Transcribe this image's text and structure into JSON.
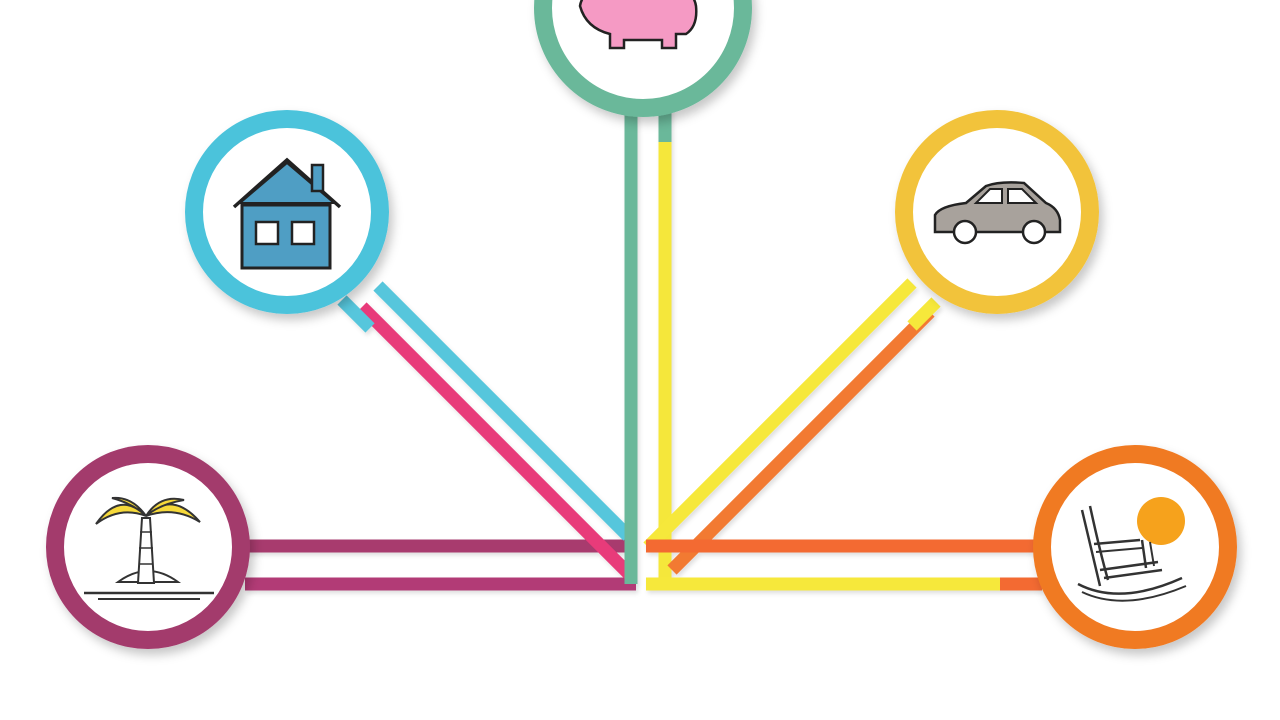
{
  "diagram": {
    "kind": "radial-fan-infographic",
    "hub": "bottom-center",
    "nodes": [
      {
        "id": "vacation",
        "icon": "palm-tree-island-icon",
        "ring_color": "#a33a6c",
        "stripe_colors": [
          "#a33a6c",
          "#b03a75"
        ]
      },
      {
        "id": "home",
        "icon": "house-icon",
        "ring_color": "#4bc3db",
        "stripe_colors": [
          "#e83a7a",
          "#56c6dc"
        ]
      },
      {
        "id": "savings",
        "icon": "piggy-bank-icon",
        "ring_color": "#6bb89a",
        "stripe_colors": [
          "#6bb89a",
          "#f5e73a"
        ]
      },
      {
        "id": "car",
        "icon": "car-icon",
        "ring_color": "#f2c33a",
        "stripe_colors": [
          "#f6e83a",
          "#f27a33"
        ]
      },
      {
        "id": "retirement",
        "icon": "rocking-chair-sun-icon",
        "ring_color": "#f07a22",
        "stripe_colors": [
          "#f36b33",
          "#f6e83a"
        ]
      }
    ]
  }
}
